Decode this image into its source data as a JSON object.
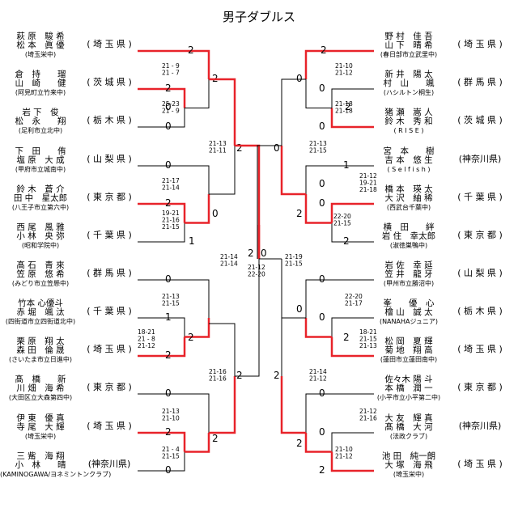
{
  "title": "男子ダブルス",
  "left": [
    {
      "n1": "萩 原　駿 希",
      "n2": "松 本　眞 優",
      "club": "(埼玉栄中)",
      "pref": "( 埼 玉 県 )"
    },
    {
      "n1": "倉　持　　瑠",
      "n2": "山　崎　　健",
      "club": "(阿見町立竹来中)",
      "pref": "( 茨 城 県 )"
    },
    {
      "n1": "岩 下　俊",
      "n2": "松　永　　翔",
      "club": "(足利市立北中)",
      "pref": "( 栃 木 県 )"
    },
    {
      "n1": "下　田　　侑",
      "n2": "塩 原　大 成",
      "club": "(甲府市立城南中)",
      "pref": "( 山 梨 県 )"
    },
    {
      "n1": "鈴 木　蒼 介",
      "n2": "田 中　星太郎",
      "club": "(八王子市立第六中)",
      "pref": "( 東 京 都 )"
    },
    {
      "n1": "西 尾　風 雅",
      "n2": "小 林　央 弥",
      "club": "(昭和学院中)",
      "pref": "( 千 葉 県 )"
    },
    {
      "n1": "髙 石　青 來",
      "n2": "笠 原　悠 希",
      "club": "(みどり市立笠懸中)",
      "pref": "( 群 馬 県 )"
    },
    {
      "n1": "竹本 心優斗",
      "n2": "赤 堀　颯 汰",
      "club": "(四街道市立四街道北中)",
      "pref": "( 千 葉 県 )"
    },
    {
      "n1": "栗 原　翔 太",
      "n2": "森 田　倫 晟",
      "club": "(さいたま市立日進中)",
      "pref": "( 埼 玉 県 )"
    },
    {
      "n1": "髙　橋　　新",
      "n2": "川 畑　海 希",
      "club": "(大田区立大森第四中)",
      "pref": "( 東 京 都 )"
    },
    {
      "n1": "伊 東　優 真",
      "n2": "寺 尾　大 輝",
      "club": "(埼玉栄中)",
      "pref": "( 埼 玉 県 )"
    },
    {
      "n1": "三 觜　海 翔",
      "n2": "小　林　　晴",
      "club": "(KAMINOGAWA/ヨネミントンクラブ)",
      "pref": "(神奈川県)"
    }
  ],
  "right": [
    {
      "n1": "野 村　佳 吾",
      "n2": "山 下　晴 希",
      "club": "(春日部市立武里中)",
      "pref": "( 埼 玉 県 )"
    },
    {
      "n1": "新 井　陽 太",
      "n2": "村　山　　颯",
      "club": "(ハシルトン桐生)",
      "pref": "( 群 馬 県 )"
    },
    {
      "n1": "猪 瀬　嵩 人",
      "n2": "鈴 木　秀 和",
      "club": "( R I S E )",
      "pref": "( 茨 城 県 )"
    },
    {
      "n1": "宮　本　　樹",
      "n2": "吉 本　悠 生",
      "club": "( S e l f i s h )",
      "pref": "(神奈川県)"
    },
    {
      "n1": "橋 本　瑛 太",
      "n2": "大 沢　紬 稀",
      "club": "(西武台千葉中)",
      "pref": "( 千 葉 県 )"
    },
    {
      "n1": "横　田　　絆",
      "n2": "岩 住　幸太郎",
      "club": "(淑徳巣鴨中)",
      "pref": "( 東 京 都 )"
    },
    {
      "n1": "岩 佐　幸 延",
      "n2": "笠 井　龍 牙",
      "club": "(甲州市立勝沼中)",
      "pref": "( 山 梨 県 )"
    },
    {
      "n1": "峯　　優　心",
      "n2": "檜 山　誠 太",
      "club": "(NANAHAジュニア)",
      "pref": "( 栃 木 県 )"
    },
    {
      "n1": "松 岡　夏 輝",
      "n2": "菊 地　翔 高",
      "club": "(蓮田市立蓮田南中)",
      "pref": "( 埼 玉 県 )"
    },
    {
      "n1": "佐々木 陽 斗",
      "n2": "本 橋　潤 一",
      "club": "(小平市立小平第二中)",
      "pref": "( 東 京 都 )"
    },
    {
      "n1": "大 友　輝 真",
      "n2": "髙 橋　大 河",
      "club": "(法政クラブ)",
      "pref": "(神奈川県)"
    },
    {
      "n1": "池 田　純一朗",
      "n2": "大 塚　海 飛",
      "club": "(埼玉栄中)",
      "pref": "( 埼 玉 県 )"
    }
  ],
  "results": {
    "l_r1": [
      "2",
      "0"
    ],
    "l_r1b": [
      "0",
      "2"
    ],
    "l_r1c": [
      "2",
      "0"
    ],
    "l_r1d": [
      "0",
      "2"
    ],
    "l_byes": [
      "2",
      "0",
      "2",
      "0",
      "1",
      "2",
      "0",
      "2"
    ],
    "l_q": [
      "2",
      "0",
      "0",
      "2"
    ],
    "l_s": [
      "2",
      "0"
    ],
    "f": [
      "2",
      "0"
    ],
    "r_s": [
      "0",
      "2"
    ],
    "r_q": [
      "0",
      "2",
      "0",
      "2"
    ],
    "r_r": [
      "2",
      "0",
      "0",
      "1",
      "2",
      "0",
      "0",
      "2",
      "2",
      "0",
      "2",
      "0",
      "2"
    ]
  },
  "scores": {
    "l1": [
      "21 - 9",
      "21 - 7"
    ],
    "l2": [
      "25-23",
      "21 - 9"
    ],
    "l3": [
      "21-13",
      "21-11"
    ],
    "l4": [
      "21-17",
      "21-14"
    ],
    "l5": [
      "19-21",
      "21-16",
      "21-15"
    ],
    "l6": [
      "21-14",
      "21-14"
    ],
    "l7": [
      "21-13",
      "21-15"
    ],
    "l8": [
      "18-21",
      "21 - 8",
      "21-12"
    ],
    "l9": [
      "21-16",
      "21-16"
    ],
    "l10": [
      "21-13",
      "21-10"
    ],
    "l11": [
      "21 - 4",
      "21-15"
    ],
    "final": [
      "21-12",
      "22-20"
    ],
    "r1": [
      "21-10",
      "21-12"
    ],
    "r2": [
      "21-18",
      "21-18"
    ],
    "r3": [
      "21-13",
      "21-15"
    ],
    "r4": [
      "21-12",
      "19-21",
      "21-18"
    ],
    "r5": [
      "22-20",
      "21-15"
    ],
    "r6": [
      "21-19",
      "21-15"
    ],
    "r7": [
      "22-20",
      "21-17"
    ],
    "r8": [
      "18-21",
      "21-15",
      "21-13"
    ],
    "r9": [
      "21-14",
      "21-12"
    ],
    "r10": [
      "21-12",
      "21-16"
    ],
    "r11": [
      "21-10",
      "21-12"
    ]
  },
  "colors": {
    "win": "#e8232a",
    "line": "#000000"
  }
}
